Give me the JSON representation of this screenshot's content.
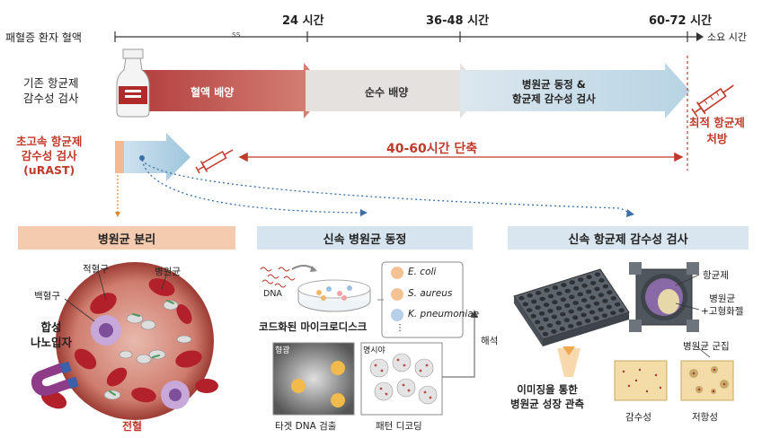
{
  "timeline": {
    "start_label": "패혈증 환자 혈액",
    "break_mark": "ss",
    "tick_24": "24 시간",
    "tick_36_48": "36-48 시간",
    "tick_60_72": "60-72 시간",
    "end_label": "소요 시간"
  },
  "conventional": {
    "label_line1": "기존 항균제",
    "label_line2": "감수성 검사",
    "step1": "혈액 배양",
    "step2": "순수 배양",
    "step3_line1": "병원균 동정 &",
    "step3_line2": "항균제 감수성 검사",
    "result_line1": "최적 항균제",
    "result_line2": "처방"
  },
  "urast": {
    "label_line1": "초고속 항균제",
    "label_line2": "감수성 검사",
    "label_line3": "(uRAST)",
    "reduction": "40-60시간 단축"
  },
  "panels": {
    "isolation": {
      "title": "병원균 분리",
      "rbc": "적혈구",
      "pathogen": "병원균",
      "wbc": "백혈구",
      "nano_line1": "합성",
      "nano_line2": "나노입자",
      "whole_blood": "전혈"
    },
    "identification": {
      "title": "신속 병원균 동정",
      "dna": "DNA",
      "disk": "코드화된 마이크로디스크",
      "species": [
        "E. coli",
        "S. aureus",
        "K. pneumoniae"
      ],
      "ellipsis": "⋮",
      "fluorescence": "형광",
      "brightfield": "명시야",
      "analysis": "해석",
      "target_detect": "타겟 DNA 검출",
      "pattern_decode": "패턴 디코딩"
    },
    "susceptibility": {
      "title": "신속 항균제 감수성 검사",
      "antibiotic": "항균제",
      "pathogen_gel_line1": "병원균",
      "pathogen_gel_line2": "+고형화젤",
      "colony": "병원균 군집",
      "imaging_line1": "이미징을 통한",
      "imaging_line2": "병원균 성장 관측",
      "susceptible": "감수성",
      "resistant": "저항성"
    }
  },
  "colors": {
    "conventional_red": "#c0504d",
    "pure_culture_gray": "#e4e1df",
    "identification_blue": "#c9dde9",
    "urast_red": "#c0392b",
    "isolation_head": "#f5cbb0",
    "id_head": "#d5e4ee",
    "ast_head": "#d9e6ef"
  }
}
